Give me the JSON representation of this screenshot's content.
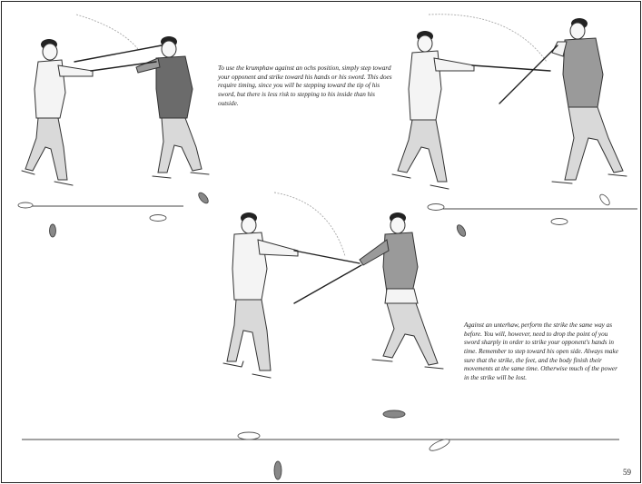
{
  "text_blocks": {
    "para_1": "To use the krumphaw against an ochs position, simply step toward your opponent and strike toward his hands or his sword. This does require timing, since you will be stepping toward the tip of his sword, but there is less risk to stepping to his inside than his outside.",
    "para_2": "Against an unterhaw, perform the strike the same way as before. You will, however, need to drop the point of you sword sharply in order to strike your opponent's hands in time. Remember to step toward his open side. Always make sure that the strike, the feet, and the body finish their movements at the same time. Otherwise much of the power in the strike will be lost."
  },
  "page_number": "59",
  "colors": {
    "ink": "#222222",
    "shade": "#6b6b6b",
    "border": "#222222"
  }
}
